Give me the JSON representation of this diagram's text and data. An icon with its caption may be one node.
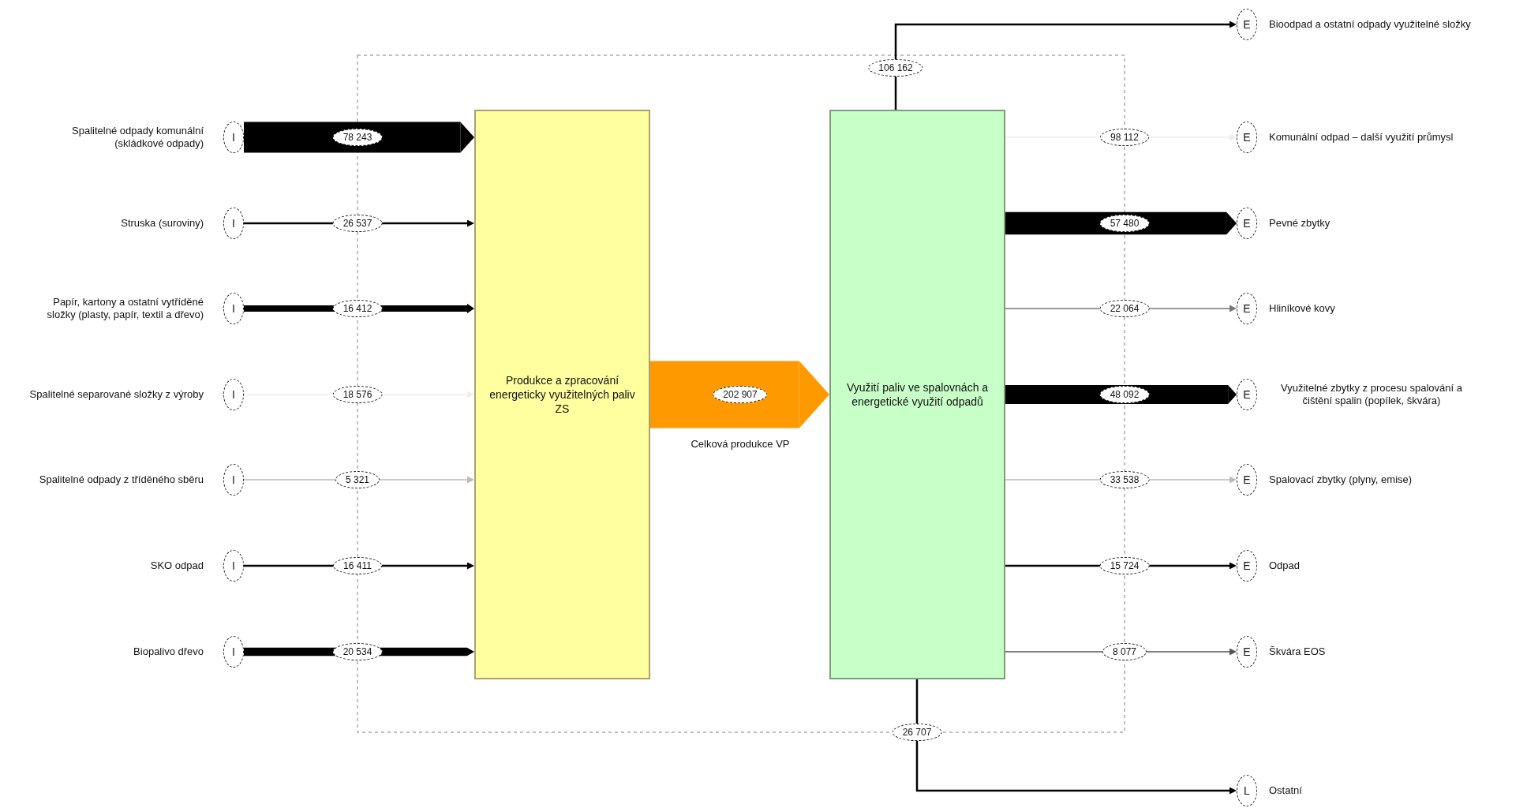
{
  "diagram": {
    "nodes": [
      {
        "text": [
          "I"
        ],
        "beside": [
          "Spalitelné odpady komunální (skládkové odpady)"
        ]
      },
      {
        "text": [
          "I"
        ],
        "beside": [
          "Struska (suroviny)"
        ]
      },
      {
        "text": [
          "I"
        ],
        "beside": [
          "Papír, kartony a ostatní vytříděné složky (plasty, papír, textil a dřevo)"
        ]
      },
      {
        "text": [
          "I"
        ],
        "beside": [
          "Spalitelné separované složky z výroby"
        ]
      },
      {
        "text": [
          "I"
        ],
        "beside": [
          "Spalitelné odpady z tříděného sběru"
        ]
      },
      {
        "text": [
          "I"
        ],
        "beside": [
          "SKO odpad"
        ]
      },
      {
        "text": [
          "I"
        ],
        "beside": [
          "Biopalivo dřevo"
        ]
      },
      {
        "text": [
          "Produkce a zpracování energeticky využitelných paliv ZS"
        ]
      },
      {
        "text": [
          "Využití paliv ve spalovnách a energetické využití odpadů"
        ]
      },
      {
        "text": [
          "E"
        ],
        "beside": [
          "Bioodpad a ostatní odpady využitelné složky"
        ]
      },
      {
        "text": [
          "E"
        ],
        "beside": [
          "Komunální odpad – další využití průmysl"
        ]
      },
      {
        "text": [
          "E"
        ],
        "beside": [
          "Pevné zbytky"
        ]
      },
      {
        "text": [
          "E"
        ],
        "beside": [
          "Hliníkové kovy"
        ]
      },
      {
        "text": [
          "E"
        ],
        "beside": [
          "Využitelné zbytky z procesu spalování a čištění spalin (popílek, škvára)"
        ]
      },
      {
        "text": [
          "E"
        ],
        "beside": [
          "Spalovací zbytky (plyny, emise)"
        ]
      },
      {
        "text": [
          "E"
        ],
        "beside": [
          "Odpad"
        ]
      },
      {
        "text": [
          "E"
        ],
        "beside": [
          "Škvára EOS"
        ]
      },
      {
        "text": [
          "L"
        ],
        "beside": [
          "Ostatní"
        ]
      }
    ],
    "edges": [
      {
        "from": 0,
        "to": 7,
        "arrow": "to",
        "label": "78 243",
        "style": "thick"
      },
      {
        "from": 1,
        "to": 7,
        "arrow": "to",
        "label": "26 537"
      },
      {
        "from": 2,
        "to": 7,
        "arrow": "to",
        "label": "16 412",
        "style": "thick"
      },
      {
        "from": 3,
        "to": 7,
        "arrow": "to",
        "label": "18 576",
        "color": "#eeeeee"
      },
      {
        "from": 4,
        "to": 7,
        "arrow": "to",
        "label": "5 321",
        "color": "#bbbbbb"
      },
      {
        "from": 5,
        "to": 7,
        "arrow": "to",
        "label": "16 411"
      },
      {
        "from": 6,
        "to": 7,
        "arrow": "to",
        "label": "20 534",
        "style": "thick"
      },
      {
        "from": 7,
        "to": 8,
        "arrow": "to",
        "label": "202 907",
        "style": "thick",
        "color": "#ff9900"
      },
      {
        "from": 8,
        "to": 9,
        "arrow": "to",
        "label": "106 162"
      },
      {
        "from": 8,
        "to": 10,
        "arrow": "to",
        "label": "98 112",
        "color": "#eeeeee"
      },
      {
        "from": 8,
        "to": 11,
        "arrow": "to",
        "label": "57 480",
        "style": "thick"
      },
      {
        "from": 8,
        "to": 12,
        "arrow": "to",
        "label": "22 064",
        "color": "#777777"
      },
      {
        "from": 8,
        "to": 13,
        "arrow": "to",
        "label": "48 092",
        "style": "thick"
      },
      {
        "from": 8,
        "to": 14,
        "arrow": "to",
        "label": "33 538",
        "color": "#bbbbbb"
      },
      {
        "from": 8,
        "to": 15,
        "arrow": "to",
        "label": "15 724"
      },
      {
        "from": 8,
        "to": 16,
        "arrow": "to",
        "label": "8 077",
        "color": "#555555"
      },
      {
        "from": 8,
        "to": 17,
        "arrow": "to",
        "label": "26 707"
      }
    ],
    "labels": [
      "Celková produkce VP"
    ]
  }
}
